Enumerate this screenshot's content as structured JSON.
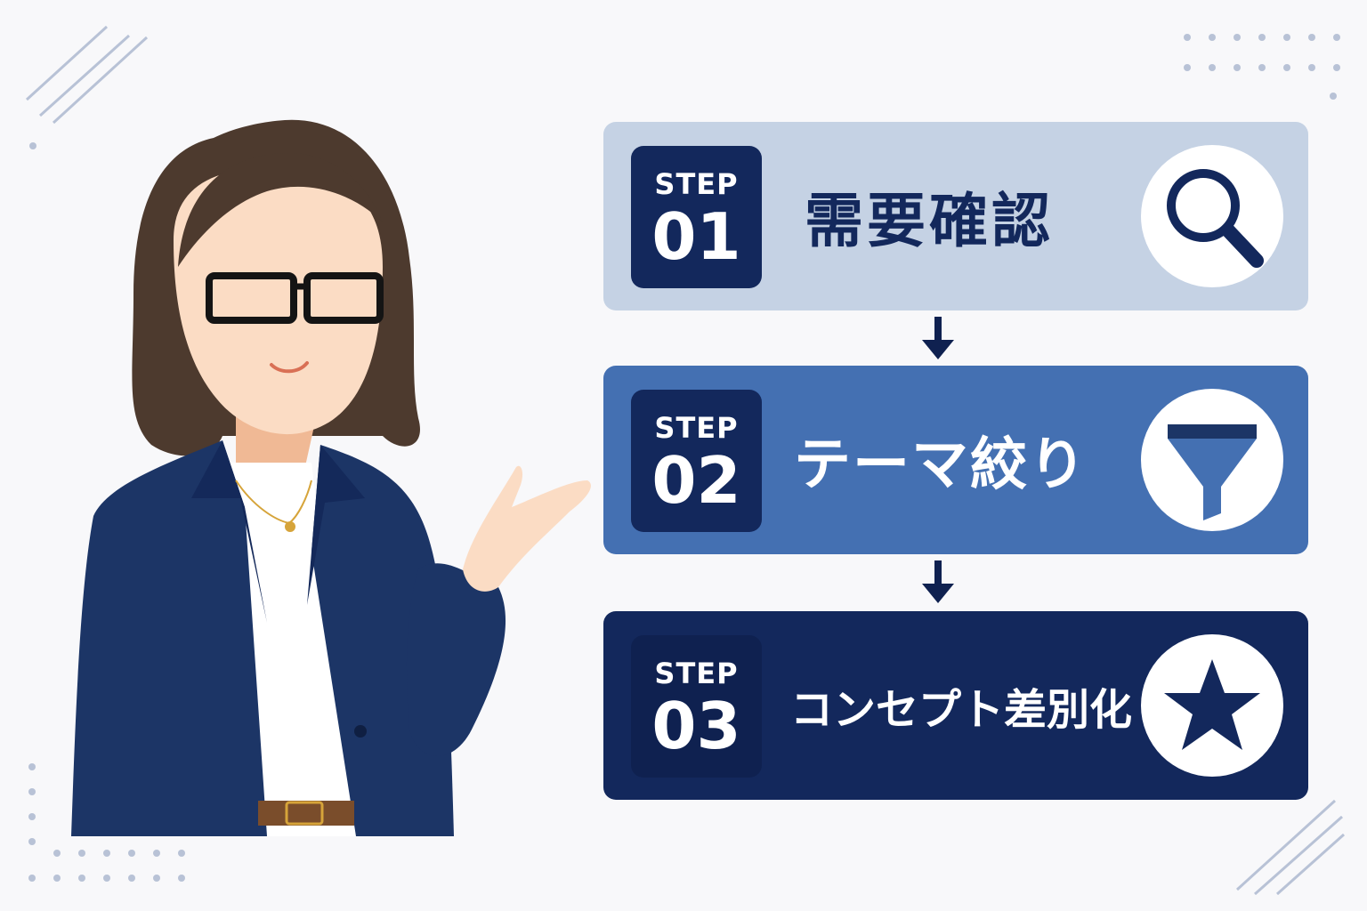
{
  "steps": [
    {
      "label": "STEP",
      "number": "01",
      "title": "需要確認",
      "icon": "search-icon"
    },
    {
      "label": "STEP",
      "number": "02",
      "title": "テーマ絞り",
      "icon": "funnel-icon"
    },
    {
      "label": "STEP",
      "number": "03",
      "title": "コンセプト差別化",
      "icon": "star-icon"
    }
  ],
  "colors": {
    "step1_bg": "#c5d2e4",
    "step2_bg": "#4470b2",
    "step3_bg": "#13285c",
    "navy": "#13285c",
    "background": "#f8f8fa"
  }
}
